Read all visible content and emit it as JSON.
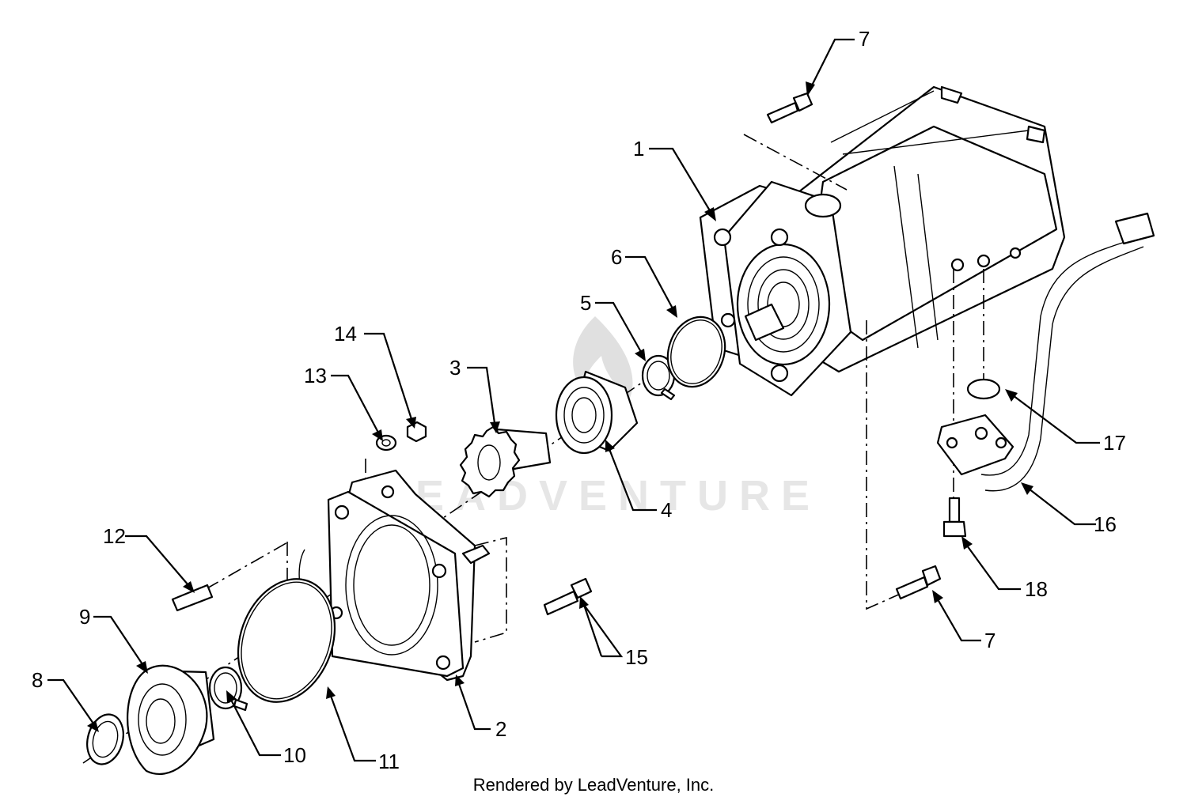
{
  "diagram": {
    "watermark": "LEADVENTURE",
    "footer": "Rendered by LeadVenture, Inc.",
    "callouts": [
      {
        "id": "1",
        "label": "1"
      },
      {
        "id": "2",
        "label": "2"
      },
      {
        "id": "3",
        "label": "3"
      },
      {
        "id": "4",
        "label": "4"
      },
      {
        "id": "5",
        "label": "5"
      },
      {
        "id": "6",
        "label": "6"
      },
      {
        "id": "7a",
        "label": "7"
      },
      {
        "id": "7b",
        "label": "7"
      },
      {
        "id": "8",
        "label": "8"
      },
      {
        "id": "9",
        "label": "9"
      },
      {
        "id": "10",
        "label": "10"
      },
      {
        "id": "11",
        "label": "11"
      },
      {
        "id": "12",
        "label": "12"
      },
      {
        "id": "13",
        "label": "13"
      },
      {
        "id": "14",
        "label": "14"
      },
      {
        "id": "15",
        "label": "15"
      },
      {
        "id": "16",
        "label": "16"
      },
      {
        "id": "17",
        "label": "17"
      },
      {
        "id": "18",
        "label": "18"
      }
    ]
  }
}
